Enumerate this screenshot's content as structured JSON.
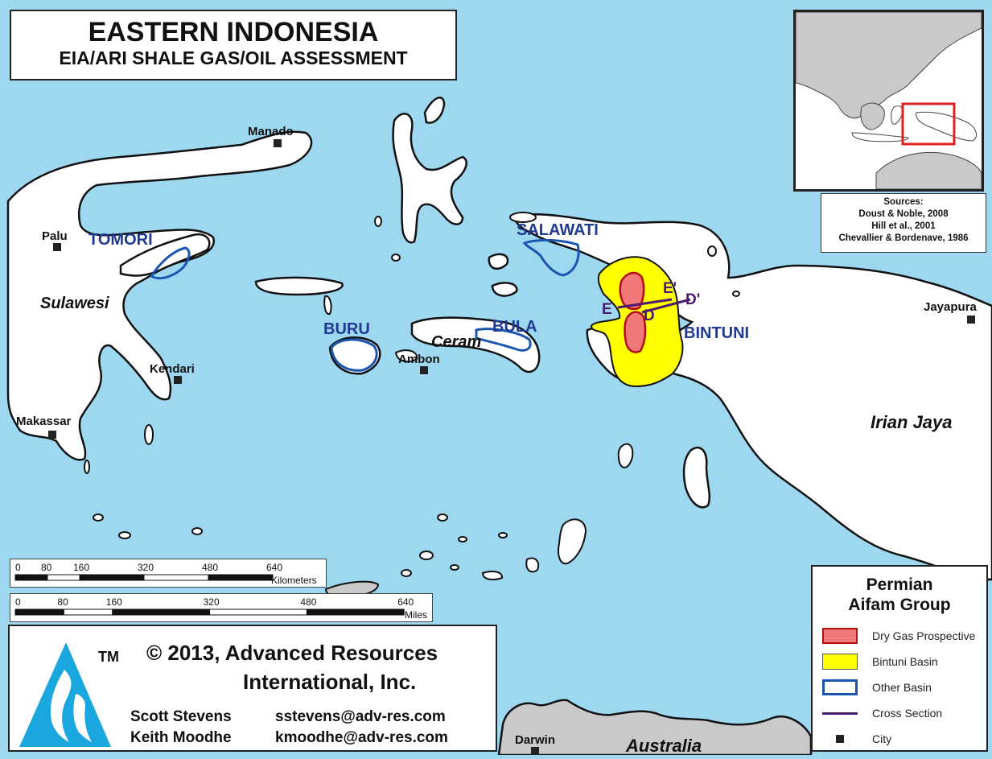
{
  "title": {
    "main": "EASTERN INDONESIA",
    "sub": "EIA/ARI SHALE GAS/OIL ASSESSMENT"
  },
  "colors": {
    "ocean": "#9ed8f0",
    "land": "#ffffff",
    "land_outside": "#c9c9c9",
    "dry_gas": "#f07878",
    "bintuni_basin": "#ffff00",
    "other_basin": "#1a56b0",
    "cross_section": "#4b1a6e",
    "basin_label": "#1f3a93",
    "inset_box": "#e02020"
  },
  "sources": {
    "heading": "Sources:",
    "lines": [
      "Doust & Noble, 2008",
      "Hill et al., 2001",
      "Chevallier & Bordenave, 1986"
    ]
  },
  "cities": [
    {
      "name": "Manado"
    },
    {
      "name": "Palu"
    },
    {
      "name": "Kendari"
    },
    {
      "name": "Makassar"
    },
    {
      "name": "Ambon"
    },
    {
      "name": "Jayapura"
    },
    {
      "name": "Darwin"
    }
  ],
  "regions": [
    "Sulawesi",
    "Ceram",
    "Irian Jaya",
    "Australia"
  ],
  "basins": [
    "TOMORI",
    "SALAWATI",
    "BURU",
    "BULA",
    "BINTUNI"
  ],
  "cross_sections": [
    "E",
    "E'",
    "D",
    "D'"
  ],
  "scale_km": {
    "unit": "Kilometers",
    "ticks": [
      "0",
      "80",
      "160",
      "320",
      "480",
      "640"
    ],
    "values": [
      0,
      80,
      160,
      320,
      480,
      640
    ]
  },
  "scale_mi": {
    "unit": "Miles",
    "ticks": [
      "0",
      "80",
      "160",
      "320",
      "480",
      "640"
    ],
    "values": [
      0,
      80,
      160,
      320,
      480,
      640
    ]
  },
  "footer": {
    "tm": "TM",
    "copyright_line1": "© 2013, Advanced Resources",
    "copyright_line2": "International, Inc.",
    "authors": [
      {
        "name": "Scott Stevens",
        "email": "sstevens@adv-res.com"
      },
      {
        "name": "Keith Moodhe",
        "email": "kmoodhe@adv-res.com"
      }
    ]
  },
  "legend": {
    "title_line1": "Permian",
    "title_line2": "Aifam Group",
    "items": [
      {
        "label": "Dry Gas Prospective",
        "symbol": "dry-gas"
      },
      {
        "label": "Bintuni Basin",
        "symbol": "bintuni-basin"
      },
      {
        "label": "Other Basin",
        "symbol": "other-basin"
      },
      {
        "label": "Cross Section",
        "symbol": "cross-section-line"
      },
      {
        "label": "City",
        "symbol": "city-square"
      }
    ]
  }
}
